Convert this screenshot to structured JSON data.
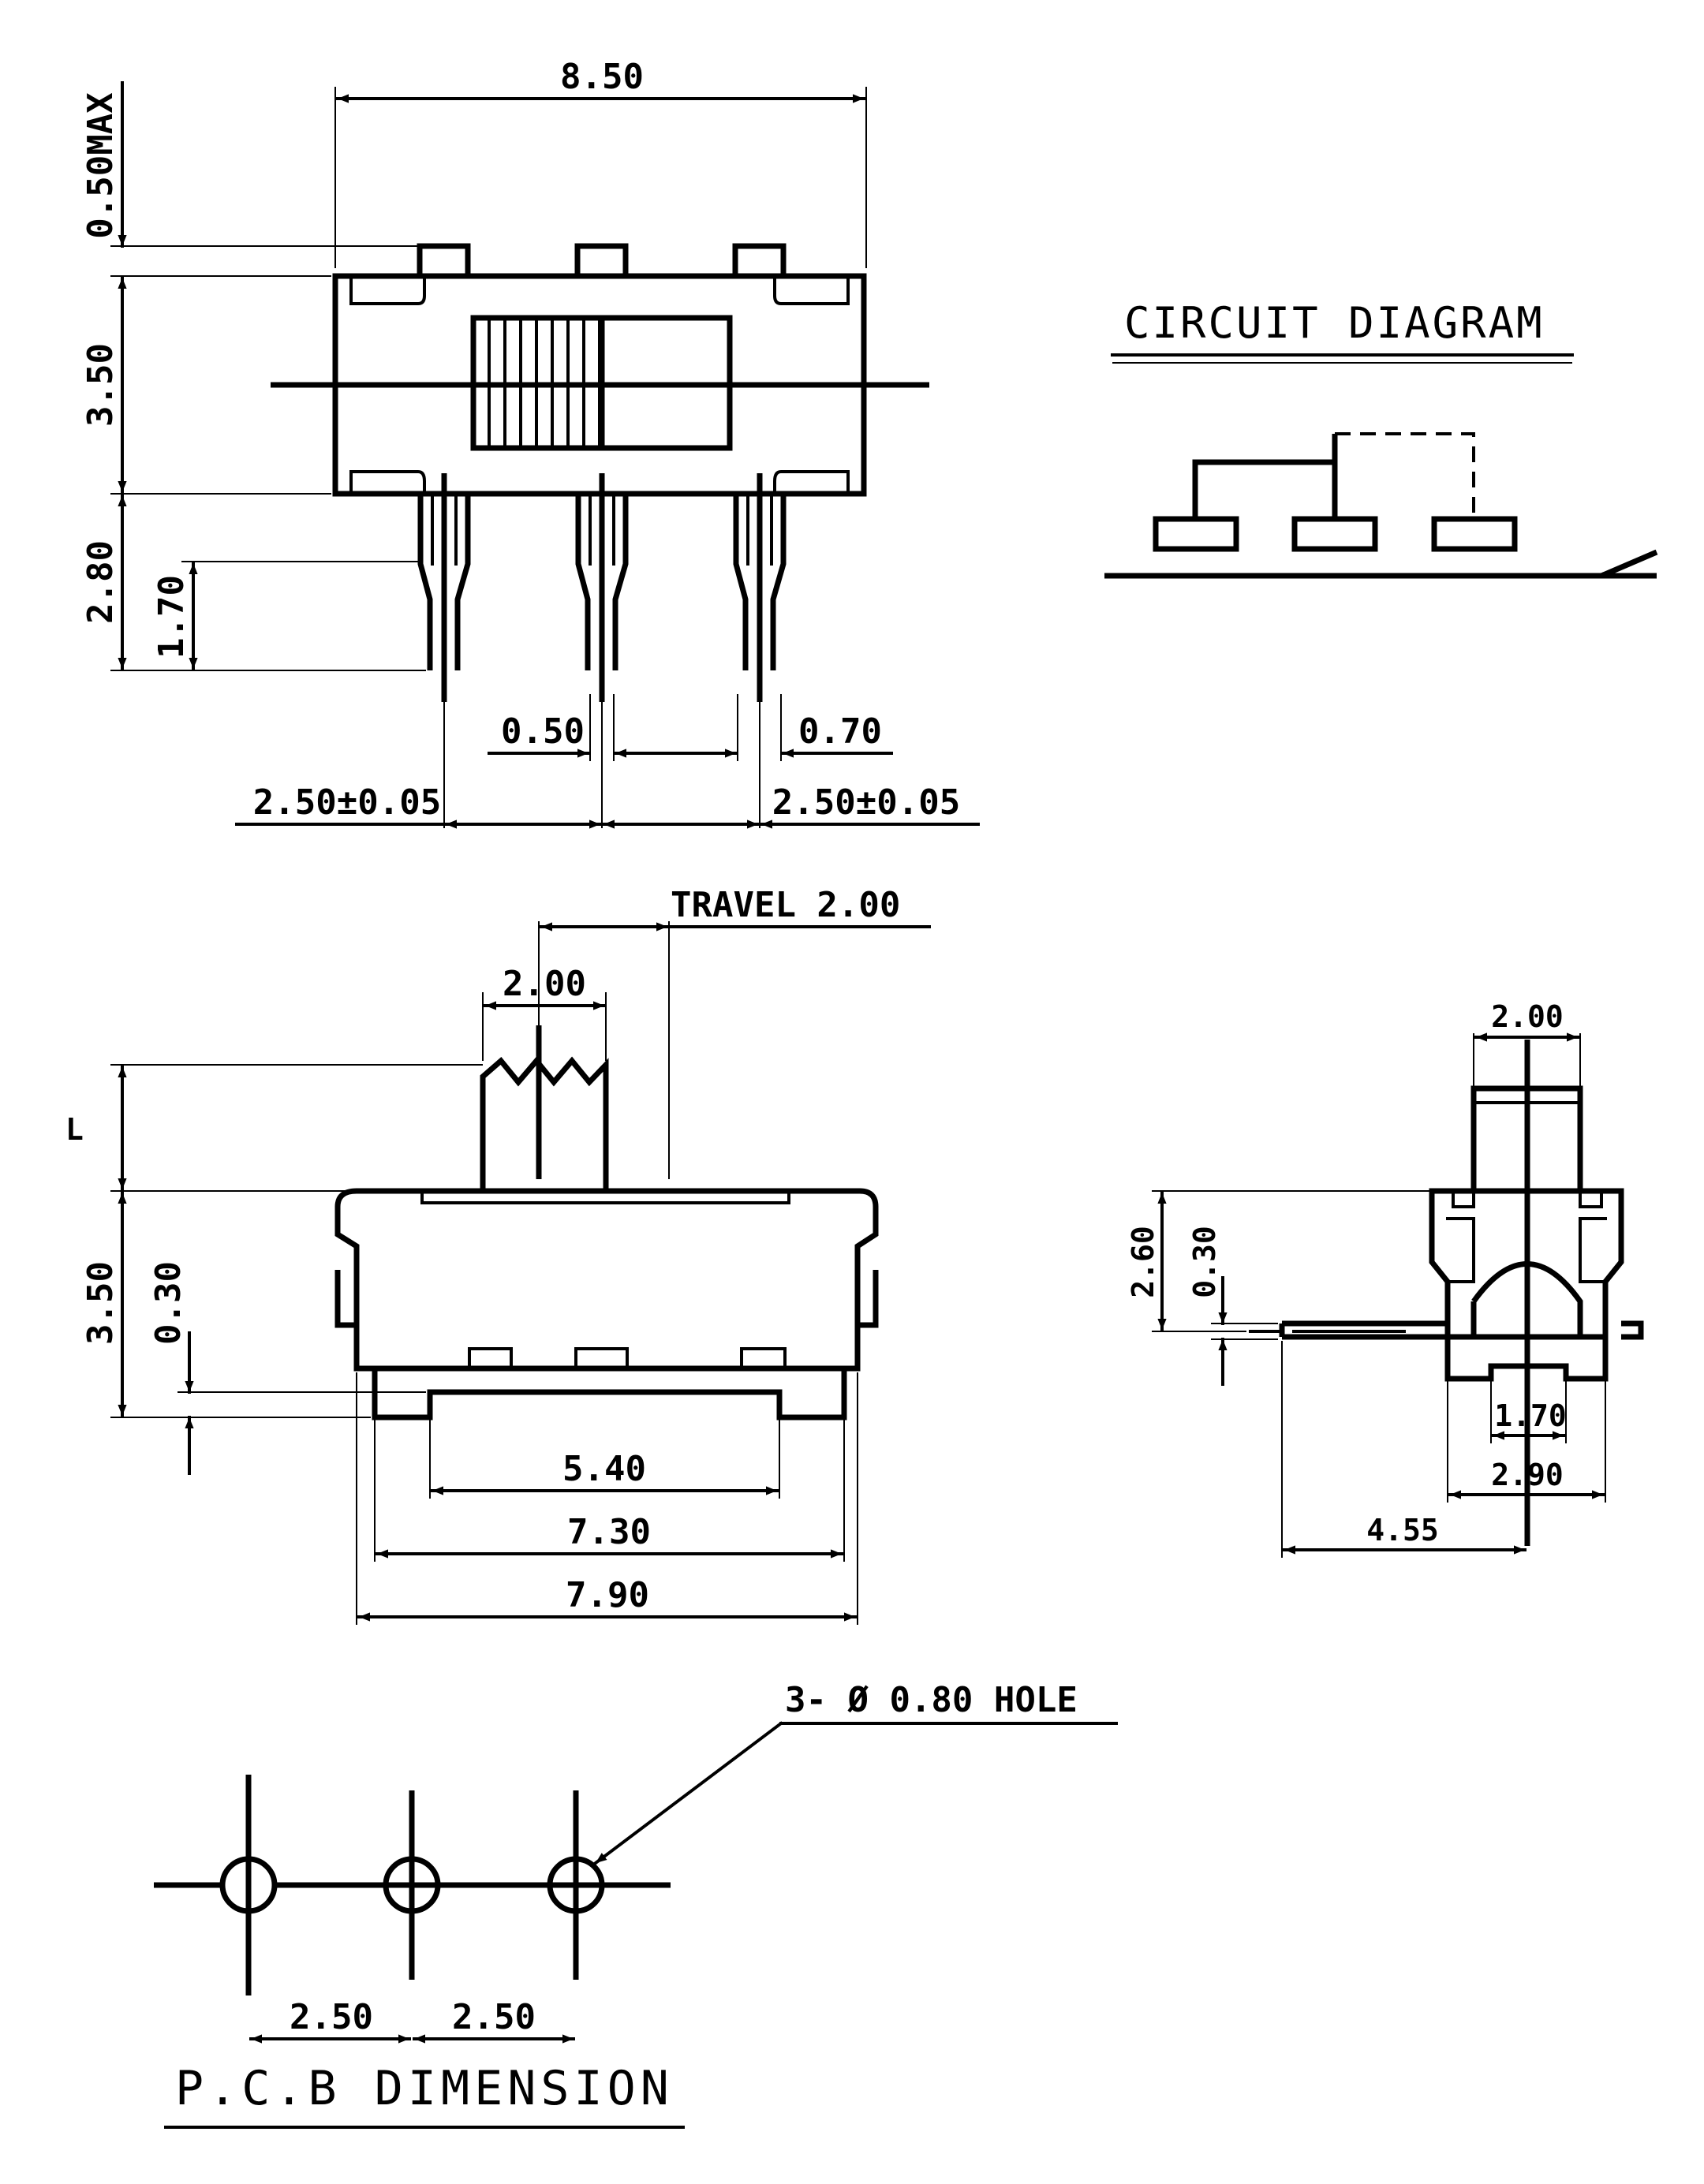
{
  "titles": {
    "circuit_diagram": "CIRCUIT DIAGRAM",
    "pcb_dimension": "P.C.B DIMENSION"
  },
  "top_view": {
    "width": "8.50",
    "max_height": "0.50MAX",
    "body_height": "3.50",
    "pin_length": "2.80",
    "pin_tip": "1.70",
    "pin_width_a": "0.50",
    "pin_width_b": "0.70",
    "pitch_left": "2.50±0.05",
    "pitch_right": "2.50±0.05"
  },
  "front_view": {
    "travel": "TRAVEL 2.00",
    "knob_width": "2.00",
    "side_marker": "L",
    "body_height": "3.50",
    "base_height": "0.30",
    "inner_width": "5.40",
    "base_width": "7.30",
    "overall_width": "7.90"
  },
  "side_view": {
    "knob_width": "2.00",
    "height": "2.60",
    "offset": "0.30",
    "pin_span": "1.70",
    "base_width": "2.90",
    "pin_reach": "4.55"
  },
  "pcb": {
    "hole_callout": "3- Ø 0.80 HOLE",
    "pitch_1": "2.50",
    "pitch_2": "2.50"
  }
}
